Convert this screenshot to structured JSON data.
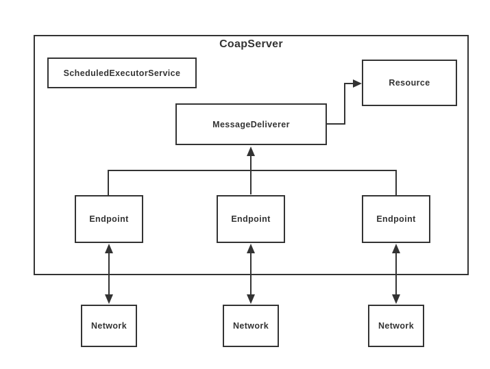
{
  "diagram": {
    "title": "CoapServer",
    "nodes": {
      "scheduled_executor_service": {
        "label": "ScheduledExecutorService"
      },
      "message_deliverer": {
        "label": "MessageDeliverer"
      },
      "resource": {
        "label": "Resource"
      },
      "endpoint_1": {
        "label": "Endpoint"
      },
      "endpoint_2": {
        "label": "Endpoint"
      },
      "endpoint_3": {
        "label": "Endpoint"
      },
      "network_1": {
        "label": "Network"
      },
      "network_2": {
        "label": "Network"
      },
      "network_3": {
        "label": "Network"
      }
    },
    "connections": [
      {
        "from": "MessageDeliverer",
        "to": "Resource",
        "type": "elbow-arrow"
      },
      {
        "from": "Endpoint bus",
        "to": "MessageDeliverer",
        "type": "arrow-up"
      },
      {
        "from": "Endpoint 1",
        "to": "Network 1",
        "type": "double-arrow"
      },
      {
        "from": "Endpoint 2",
        "to": "Network 2",
        "type": "double-arrow"
      },
      {
        "from": "Endpoint 3",
        "to": "Network 3",
        "type": "double-arrow"
      }
    ],
    "colors": {
      "line": "#333333",
      "text": "#333333",
      "box_fill": "#ffffff",
      "background": "#ffffff"
    }
  }
}
